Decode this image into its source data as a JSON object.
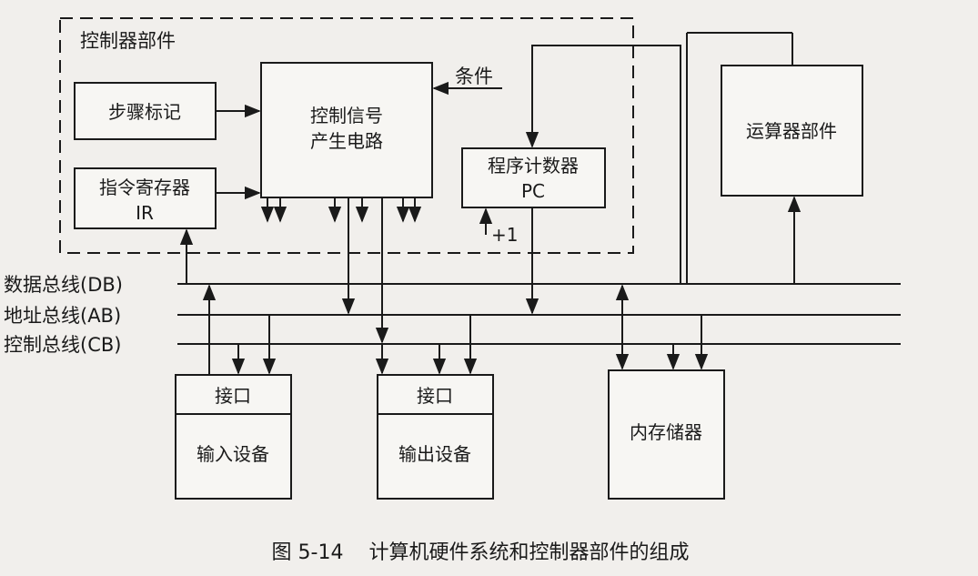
{
  "diagram": {
    "control_unit_label": "控制器部件",
    "condition_label": "条件",
    "plus_one_label": "+1",
    "blocks": {
      "step_marker": "步骤标记",
      "signal_gen_line1": "控制信号",
      "signal_gen_line2": "产生电路",
      "ir_line1": "指令寄存器",
      "ir_line2": "IR",
      "pc_line1": "程序计数器",
      "pc_line2": "PC",
      "alu": "运算器部件",
      "input_interface": "接口",
      "input_device": "输入设备",
      "output_interface": "接口",
      "output_device": "输出设备",
      "memory": "内存储器"
    },
    "buses": {
      "data": "数据总线(DB)",
      "address": "地址总线(AB)",
      "control": "控制总线(CB)"
    },
    "caption": "图 5-14    计算机硬件系统和控制器部件的组成"
  },
  "colors": {
    "background": "#f1efec",
    "ink": "#1a1a1a",
    "box_fill": "#f7f6f3"
  }
}
